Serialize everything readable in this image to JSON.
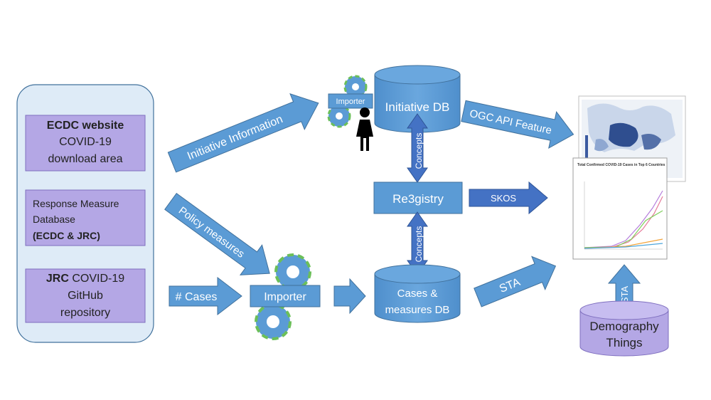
{
  "sources": {
    "ecdc": {
      "bold": "ECDC website",
      "line2": "COVID-19",
      "line3": "download area"
    },
    "response": {
      "line1": "Response Measure",
      "line2": "Database",
      "line3_bold": "(ECDC  & JRC)"
    },
    "jrc": {
      "bold": "JRC",
      "line1_rest": " COVID-19",
      "line2": "GitHub",
      "line3": "repository"
    }
  },
  "arrows": {
    "initiative": "Initiative   Information",
    "policy": "Policy measures",
    "cases": "# Cases",
    "ogc": "OGC API Feature",
    "skos": "SKOS",
    "sta_main": "STA",
    "sta_demo": "STA",
    "concepts_top": "Concepts",
    "concepts_bottom": "Concepts"
  },
  "nodes": {
    "importer_small": "Importer",
    "importer_main": "Importer",
    "initiative_db": "Initiative DB",
    "registry": "Re3gistry",
    "cases_db_line1": "Cases &",
    "cases_db_line2": "measures DB",
    "demo_line1": "Demography",
    "demo_line2": "Things"
  },
  "colors": {
    "arrow_blue": "#5b9bd5",
    "arrow_stroke": "#41719c",
    "skos_blue": "#4472c4",
    "purple": "#b4a7e5",
    "panel": "#deebf7"
  },
  "chart": {
    "title": "Total Confirmed COVID-19 Cases in Top 6 Countries"
  }
}
